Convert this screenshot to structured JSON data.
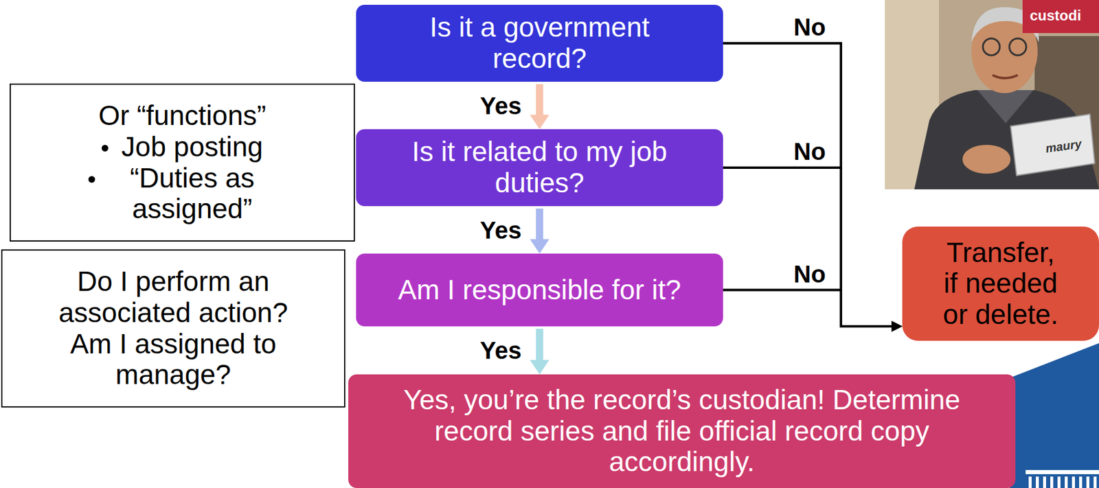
{
  "diagram": {
    "nodes": [
      {
        "text": [
          "Is it a government record?"
        ]
      },
      {
        "text": [
          "Is it related to my job duties?"
        ]
      },
      {
        "text": [
          "Am I responsible for it?"
        ]
      },
      {
        "text": [
          "Yes, you’re the record’s custodian! Determine record series and file official record copy accordingly."
        ]
      },
      {
        "text": [
          "Transfer, if needed or delete."
        ]
      },
      {
        "text": [
          "Or “functions”",
          "Job posting",
          "“Duties as assigned”"
        ]
      },
      {
        "text": [
          "Do I perform an associated action?",
          "Am I assigned to manage?"
        ]
      }
    ],
    "edges": [
      {
        "from": 0,
        "to": 1,
        "label": "Yes",
        "arrow": "to"
      },
      {
        "from": 1,
        "to": 2,
        "label": "Yes",
        "arrow": "to"
      },
      {
        "from": 2,
        "to": 3,
        "label": "Yes",
        "arrow": "to"
      },
      {
        "from": 0,
        "to": 4,
        "label": "No",
        "arrow": "to"
      },
      {
        "from": 1,
        "to": 4,
        "label": "No",
        "arrow": "to"
      },
      {
        "from": 2,
        "to": 4,
        "label": "No",
        "arrow": "to"
      }
    ],
    "labels": [
      "custodi",
      "maury"
    ]
  }
}
